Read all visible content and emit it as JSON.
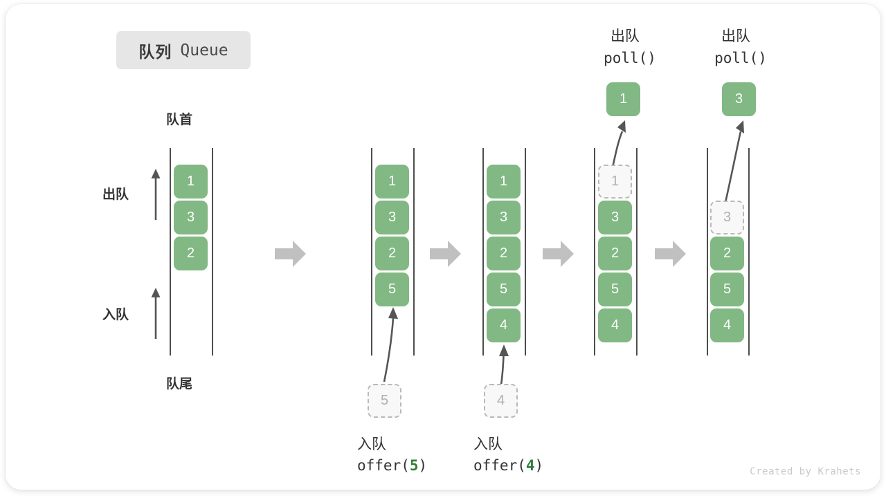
{
  "title": {
    "cn": "队列",
    "en": "Queue"
  },
  "labels": {
    "front": "队首",
    "rear": "队尾",
    "dequeue": "出队",
    "enqueue": "入队"
  },
  "watermark": "Created by Krahets",
  "colors": {
    "element_green": "#81b883",
    "ghost_fill": "#f8f8f8",
    "ghost_border": "#b9b9b9",
    "rail": "#4d4d4d",
    "step_arrow": "#c0c0c0",
    "motion_arrow": "#555555",
    "badge_bg": "#e6e6e6",
    "code_value": "#2f7d3a",
    "watermark": "#c9c9c9"
  },
  "chart_data": {
    "type": "diagram",
    "title": "队列 Queue",
    "stages": [
      {
        "id": "stage-1",
        "caption_top": "",
        "caption_code": "",
        "cells": [
          {
            "value": "1",
            "state": "filled"
          },
          {
            "value": "3",
            "state": "filled"
          },
          {
            "value": "2",
            "state": "filled"
          }
        ],
        "incoming": null,
        "popped": null
      },
      {
        "id": "stage-2",
        "caption_top": "入队",
        "caption_code": "offer(5)",
        "caption_code_value": "5",
        "cells": [
          {
            "value": "1",
            "state": "filled"
          },
          {
            "value": "3",
            "state": "filled"
          },
          {
            "value": "2",
            "state": "filled"
          },
          {
            "value": "5",
            "state": "filled"
          }
        ],
        "incoming": {
          "value": "5",
          "state": "ghost"
        },
        "popped": null
      },
      {
        "id": "stage-3",
        "caption_top": "入队",
        "caption_code": "offer(4)",
        "caption_code_value": "4",
        "cells": [
          {
            "value": "1",
            "state": "filled"
          },
          {
            "value": "3",
            "state": "filled"
          },
          {
            "value": "2",
            "state": "filled"
          },
          {
            "value": "5",
            "state": "filled"
          },
          {
            "value": "4",
            "state": "filled"
          }
        ],
        "incoming": {
          "value": "4",
          "state": "ghost"
        },
        "popped": null
      },
      {
        "id": "stage-4",
        "caption_top": "出队",
        "caption_code": "poll()",
        "cells": [
          {
            "value": "1",
            "state": "ghost"
          },
          {
            "value": "3",
            "state": "filled"
          },
          {
            "value": "2",
            "state": "filled"
          },
          {
            "value": "5",
            "state": "filled"
          },
          {
            "value": "4",
            "state": "filled"
          }
        ],
        "incoming": null,
        "popped": {
          "value": "1",
          "state": "filled"
        }
      },
      {
        "id": "stage-5",
        "caption_top": "出队",
        "caption_code": "poll()",
        "cells": [
          {
            "value": "3",
            "state": "ghost"
          },
          {
            "value": "2",
            "state": "filled"
          },
          {
            "value": "5",
            "state": "filled"
          },
          {
            "value": "4",
            "state": "filled"
          }
        ],
        "incoming": null,
        "popped": {
          "value": "3",
          "state": "filled"
        }
      }
    ]
  },
  "stage1": {
    "c0": "1",
    "c1": "3",
    "c2": "2"
  },
  "stage2": {
    "label_cn": "入队",
    "code_pre": "offer(",
    "code_val": "5",
    "code_post": ")",
    "ghost": "5",
    "c0": "1",
    "c1": "3",
    "c2": "2",
    "c3": "5"
  },
  "stage3": {
    "label_cn": "入队",
    "code_pre": "offer(",
    "code_val": "4",
    "code_post": ")",
    "ghost": "4",
    "c0": "1",
    "c1": "3",
    "c2": "2",
    "c3": "5",
    "c4": "4"
  },
  "stage4": {
    "label_cn": "出队",
    "code": "poll()",
    "popped": "1",
    "c0": "1",
    "c1": "3",
    "c2": "2",
    "c3": "5",
    "c4": "4"
  },
  "stage5": {
    "label_cn": "出队",
    "code": "poll()",
    "popped": "3",
    "c0": "3",
    "c1": "2",
    "c2": "5",
    "c3": "4"
  }
}
